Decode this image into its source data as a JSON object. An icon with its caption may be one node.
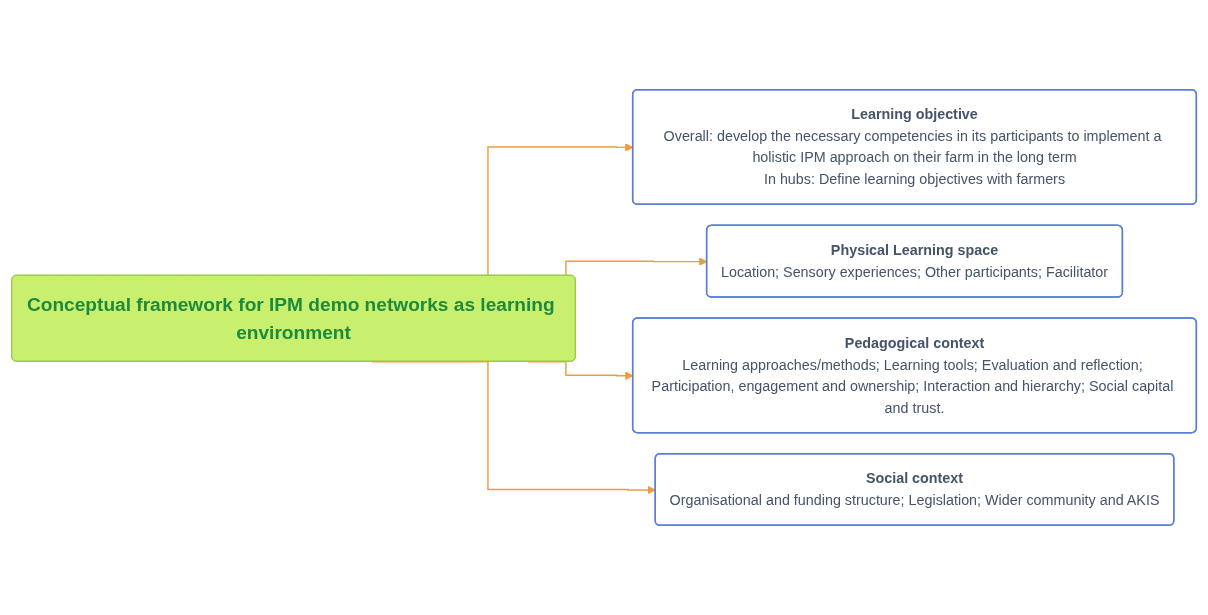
{
  "diagram": {
    "nodes": [
      {
        "text": [
          "Conceptual framework for IPM demo networks as learning environment"
        ]
      },
      {
        "text": [
          "Learning objective",
          "Overall: develop the necessary competencies in its participants to implement a holistic IPM approach on their farm in the long term",
          "In hubs: Define learning objectives with farmers"
        ]
      },
      {
        "text": [
          "Physical Learning space",
          "Location; Sensory experiences; Other participants; Facilitator"
        ]
      },
      {
        "text": [
          "Pedagogical context",
          "Learning approaches/methods; Learning tools; Evaluation and reflection; Participation, engagement and ownership; Interaction and hierarchy; Social capital and trust."
        ]
      },
      {
        "text": [
          "Social context",
          "Organisational and funding structure; Legislation; Wider community and AKIS"
        ]
      }
    ],
    "edges": [
      {
        "from": 0,
        "to": 1,
        "arrow": "to"
      },
      {
        "from": 0,
        "to": 2,
        "arrow": "to"
      },
      {
        "from": 0,
        "to": 3,
        "arrow": "to"
      },
      {
        "from": 0,
        "to": 4,
        "arrow": "to"
      }
    ]
  }
}
